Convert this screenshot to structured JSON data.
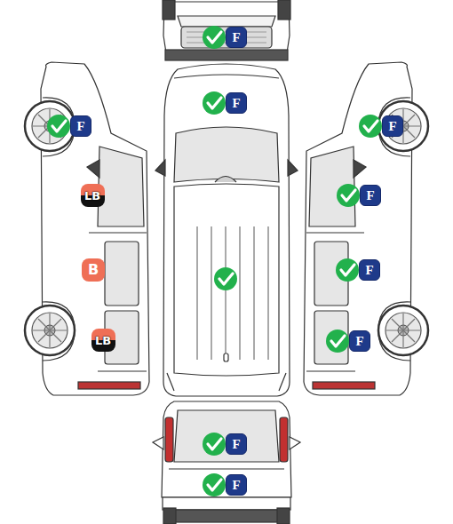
{
  "diagram": {
    "nodes": [
      {
        "text": [
          "F"
        ]
      },
      {
        "text": [
          "F"
        ]
      },
      {
        "text": [
          "F"
        ]
      },
      {
        "text": [
          "F"
        ]
      },
      {
        "text": [
          "LB"
        ]
      },
      {
        "text": [
          "F"
        ]
      },
      {
        "text": [
          "B"
        ]
      },
      {
        "text": [
          "F"
        ]
      },
      {
        "text": [
          "LB"
        ]
      },
      {
        "text": [
          "F"
        ]
      },
      {
        "text": [
          "F"
        ]
      },
      {
        "text": [
          "F"
        ]
      }
    ]
  }
}
